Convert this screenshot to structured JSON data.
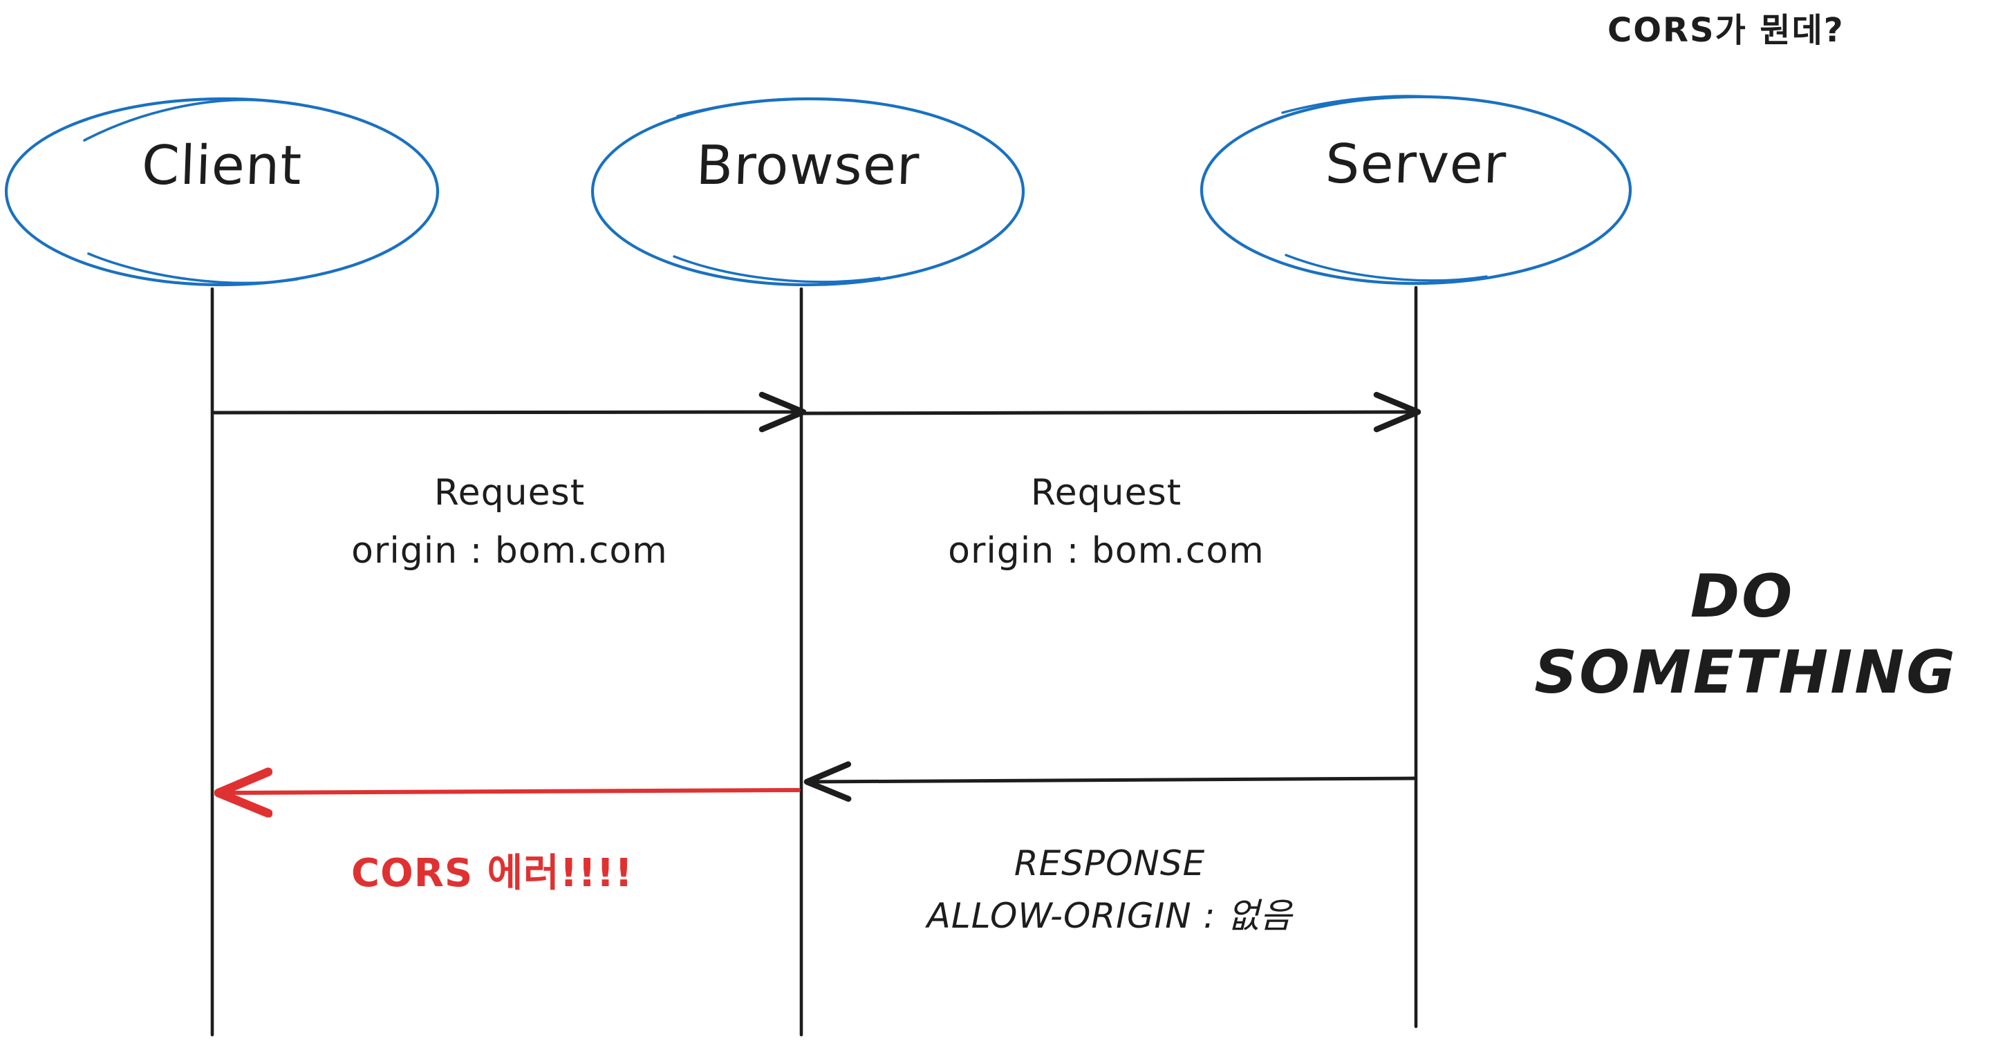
{
  "diagram": {
    "title": "CORS가 뭔데?",
    "type": "sequence-diagram",
    "background_color": "#ffffff",
    "colors": {
      "participant_outline": "#1971c2",
      "line": "#1d1d1d",
      "error": "#e03131",
      "text": "#1d1d1d"
    },
    "participants": [
      {
        "id": "client",
        "label": "Client"
      },
      {
        "id": "browser",
        "label": "Browser"
      },
      {
        "id": "server",
        "label": "Server"
      }
    ],
    "messages": [
      {
        "id": "msg-client-browser-request",
        "from": "client",
        "to": "browser",
        "direction": "right",
        "color": "#1d1d1d",
        "label_line1": "Request",
        "label_line2": "origin : bom.com"
      },
      {
        "id": "msg-browser-server-request",
        "from": "browser",
        "to": "server",
        "direction": "right",
        "color": "#1d1d1d",
        "label_line1": "Request",
        "label_line2": "origin : bom.com"
      },
      {
        "id": "msg-server-browser-response",
        "from": "server",
        "to": "browser",
        "direction": "left",
        "color": "#1d1d1d",
        "label_line1": "RESPONSE",
        "label_line2": "ALLOW-ORIGIN : 없음"
      },
      {
        "id": "msg-browser-client-error",
        "from": "browser",
        "to": "client",
        "direction": "left",
        "color": "#e03131",
        "label_line1": "CORS 에러!!!!",
        "label_line2": ""
      }
    ],
    "annotations": [
      {
        "id": "do-something",
        "line1": "DO",
        "line2": "SOMETHING"
      }
    ]
  }
}
